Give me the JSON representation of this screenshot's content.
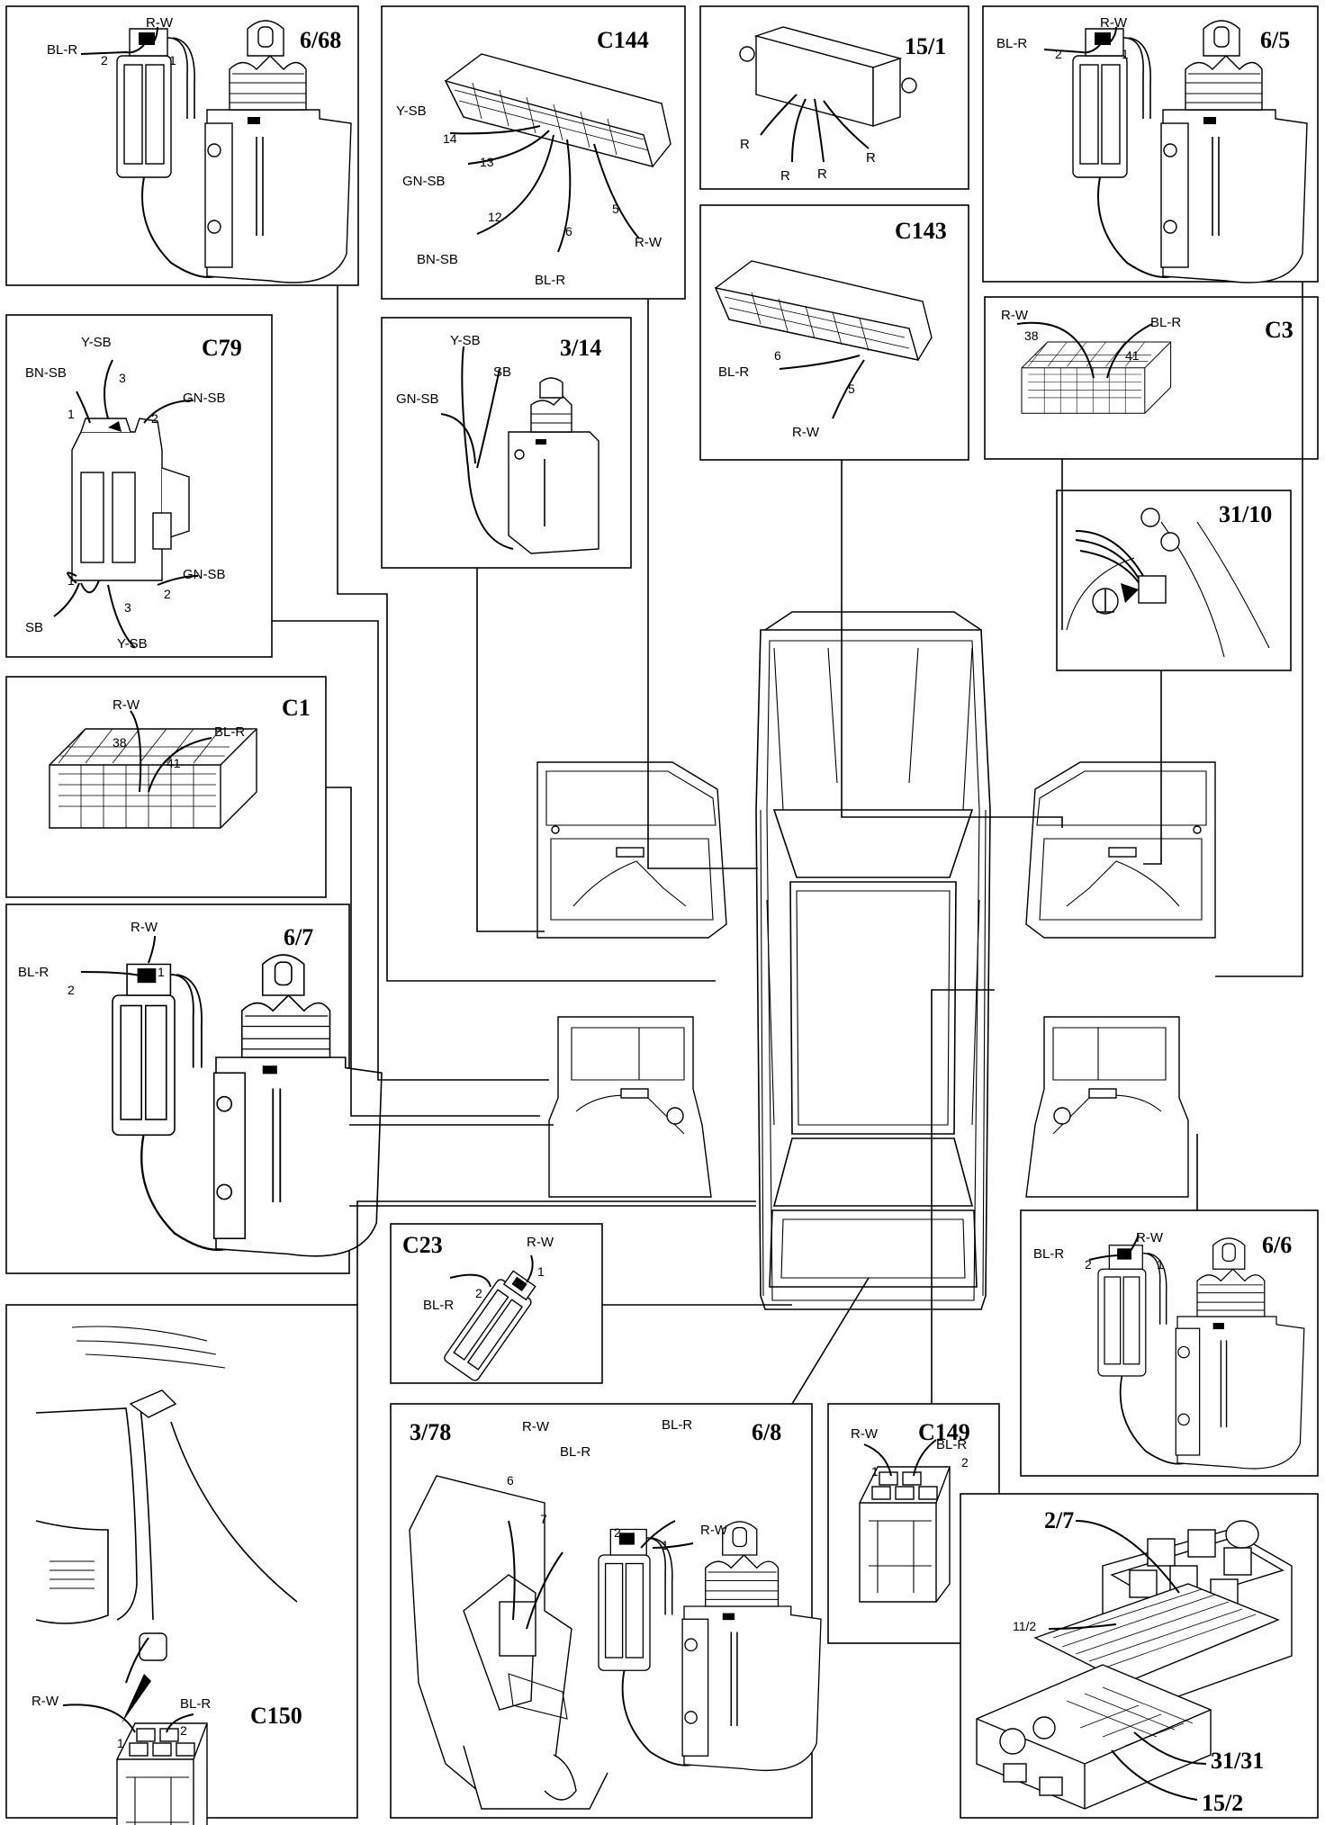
{
  "panels": {
    "p6_68": {
      "title": "6/68",
      "wire_left": "BL-R",
      "wire_right": "R-W",
      "pin_left": "2",
      "pin_right": "1"
    },
    "c144": {
      "title": "C144",
      "wires": [
        "Y-SB",
        "GN-SB",
        "BN-SB",
        "BL-R",
        "R-W"
      ],
      "pins": [
        "14",
        "13",
        "12",
        "6",
        "5"
      ]
    },
    "p15_1": {
      "title": "15/1",
      "wires": [
        "R",
        "R",
        "R",
        "R"
      ]
    },
    "p6_5": {
      "title": "6/5",
      "wire_left": "BL-R",
      "wire_right": "R-W",
      "pin_left": "2",
      "pin_right": "1"
    },
    "c79": {
      "title": "C79",
      "top_wires": [
        "Y-SB",
        "BN-SB",
        "GN-SB"
      ],
      "top_pins": [
        "3",
        "1",
        "2"
      ],
      "bottom_wires": [
        "SB",
        "Y-SB",
        "GN-SB"
      ],
      "bottom_pins": [
        "1",
        "3",
        "2"
      ]
    },
    "p3_14": {
      "title": "3/14",
      "wires": [
        "Y-SB",
        "SB",
        "GN-SB"
      ]
    },
    "c143": {
      "title": "C143",
      "wires": [
        "BL-R",
        "R-W"
      ],
      "pins": [
        "6",
        "5"
      ]
    },
    "c3": {
      "title": "C3",
      "wires": [
        "R-W",
        "BL-R"
      ],
      "pins": [
        "38",
        "41"
      ]
    },
    "p31_10": {
      "title": "31/10"
    },
    "c1": {
      "title": "C1",
      "wires": [
        "R-W",
        "BL-R"
      ],
      "pins": [
        "38",
        "41"
      ]
    },
    "p6_7": {
      "title": "6/7",
      "wire_left": "BL-R",
      "wire_right": "R-W",
      "pin_left": "2",
      "pin_right": "1"
    },
    "c23": {
      "title": "C23",
      "wire_left": "BL-R",
      "wire_right": "R-W",
      "pin_left": "2",
      "pin_right": "1"
    },
    "p6_6": {
      "title": "6/6",
      "wire_left": "BL-R",
      "wire_right": "R-W",
      "pin_left": "2",
      "pin_right": "1"
    },
    "p3_78": {
      "title": "3/78",
      "wires": [
        "R-W",
        "BL-R"
      ],
      "pins": [
        "6",
        "7"
      ]
    },
    "p6_8": {
      "title": "6/8",
      "wire_left": "BL-R",
      "wire_right": "R-W",
      "pin_left": "2",
      "pin_right": "1"
    },
    "c149": {
      "title": "C149",
      "wires": [
        "R-W",
        "BL-R"
      ],
      "pins": [
        "1",
        "2"
      ]
    },
    "c150": {
      "title": "C150",
      "wires": [
        "R-W",
        "BL-R"
      ],
      "pins": [
        "1",
        "2"
      ]
    },
    "relay": {
      "title": "2/7",
      "sub": "11/2",
      "label_a": "31/31",
      "label_b": "15/2"
    }
  }
}
